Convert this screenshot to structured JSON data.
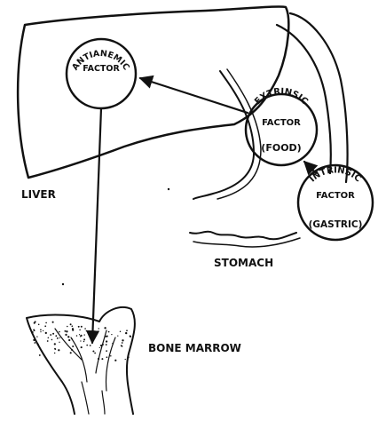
{
  "organs": {
    "liver": "LIVER",
    "stomach": "STOMACH",
    "bone_marrow": "BONE MARROW"
  },
  "factors": {
    "antianemic": {
      "line1": "ANTIANEMIC",
      "line2": "FACTOR"
    },
    "extrinsic": {
      "line1": "EXTRINSIC",
      "line2": "FACTOR",
      "source": "(FOOD)"
    },
    "intrinsic": {
      "line1": "INTRINSIC",
      "line2": "FACTOR",
      "source": "(GASTRIC)"
    }
  }
}
